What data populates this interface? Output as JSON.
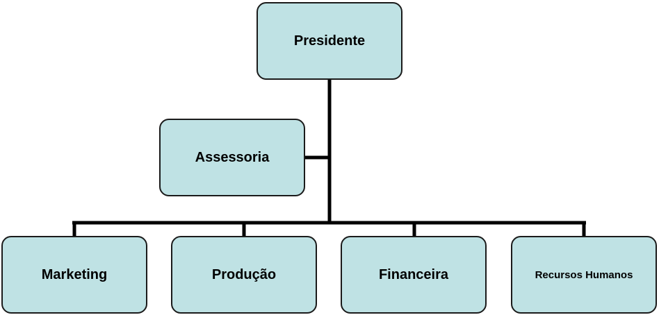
{
  "chart": {
    "root": "Presidente",
    "staff": "Assessoria",
    "departments": [
      "Marketing",
      "Produção",
      "Financeira",
      "Recursos Humanos"
    ]
  },
  "colors": {
    "box_fill": "#bfe2e4",
    "box_border": "#1a1a1a",
    "connector": "#000000"
  }
}
